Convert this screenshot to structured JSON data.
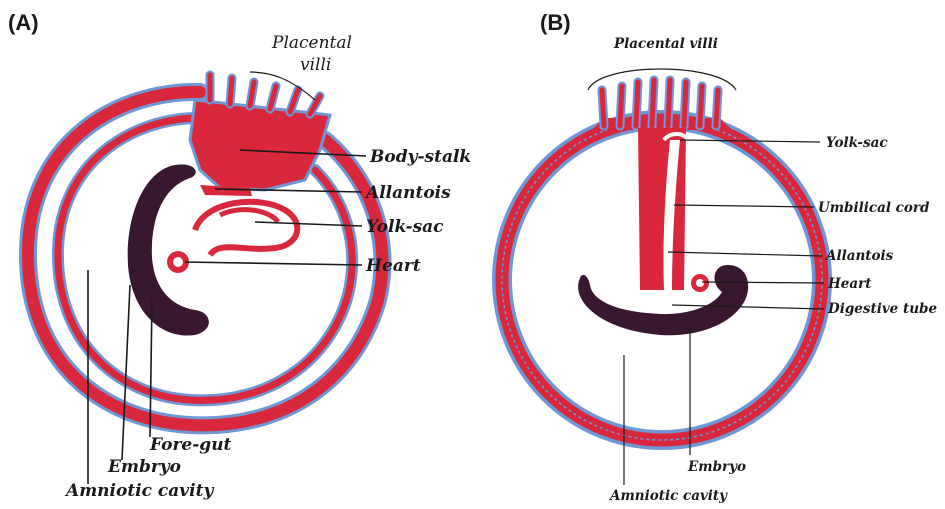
{
  "panel_a": {
    "letter": "(A)",
    "labels": {
      "placental_villi_1": "Placental",
      "placental_villi_2": "villi",
      "body_stalk": "Body-stalk",
      "allantois": "Allantois",
      "yolk_sac": "Yolk-sac",
      "heart": "Heart",
      "fore_gut": "Fore-gut",
      "embryo": "Embryo",
      "amniotic_cavity": "Amniotic cavity"
    }
  },
  "panel_b": {
    "letter": "(B)",
    "labels": {
      "placental_villi": "Placental villi",
      "yolk_sac": "Yolk-sac",
      "umbilical_cord": "Umbilical cord",
      "allantois": "Allantois",
      "heart": "Heart",
      "digestive_tube": "Digestive tube",
      "embryo": "Embryo",
      "amniotic_cavity": "Amniotic cavity"
    }
  },
  "colors": {
    "chorion_red": "#d9283c",
    "amnion_blue": "#6f97d6",
    "embryo_dark": "#3a1730",
    "background": "#ffffff"
  }
}
